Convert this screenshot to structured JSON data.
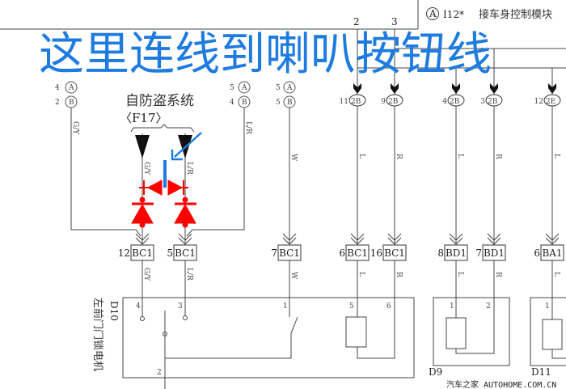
{
  "overlay_annotation": "这里连线到喇叭按钮线",
  "module": {
    "circle": "A",
    "code": "I12*",
    "name": "接车身控制模块",
    "pins": [
      "2",
      "3"
    ]
  },
  "anti_theft": {
    "title": "自防盗系统",
    "fuse": "〈F17〉"
  },
  "left_connectors": [
    {
      "pin_a": "4",
      "a": "A",
      "pin_b": "2",
      "b": "B",
      "wire": "G/Y"
    },
    {
      "pin_a": "5",
      "a": "A",
      "pin_b": "4",
      "b": "B",
      "wire": "L/R"
    },
    {
      "pin_a": "5",
      "a": "A",
      "pin_b": "5",
      "b": "B",
      "wire": "W"
    }
  ],
  "fuse_wires": [
    "G/Y",
    "L/R"
  ],
  "module_outputs": [
    {
      "pin": "11",
      "conn": "2B",
      "wire": "L"
    },
    {
      "pin": "9",
      "conn": "2B",
      "wire": "R"
    },
    {
      "pin": "4",
      "conn": "2B",
      "wire": "L"
    },
    {
      "pin": "3",
      "conn": "2B",
      "wire": "R"
    },
    {
      "pin": "12",
      "conn": "2E",
      "wire": "L"
    }
  ],
  "inline_connectors": [
    {
      "pin": "12",
      "name": "BC1",
      "wire": "G/Y"
    },
    {
      "pin": "5",
      "name": "BC1",
      "wire": "L/R"
    },
    {
      "pin": "7",
      "name": "BC1",
      "wire": "W"
    },
    {
      "pin": "6",
      "name": "BC1",
      "wire": "L"
    },
    {
      "pin": "16",
      "name": "BC1",
      "wire": "R"
    },
    {
      "pin": "8",
      "name": "BD1",
      "wire": "L"
    },
    {
      "pin": "7",
      "name": "BD1",
      "wire": "R"
    },
    {
      "pin": "6",
      "name": "BA1",
      "wire": "L"
    }
  ],
  "components": {
    "d10": {
      "id": "D10",
      "name": "左前门门锁电机",
      "pins": [
        "4",
        "3",
        "1",
        "5",
        "6",
        "2"
      ]
    },
    "d9": {
      "id": "D9",
      "pins": [
        "1",
        "2"
      ]
    },
    "d11": {
      "id": "D11",
      "pins": [
        "1"
      ]
    }
  },
  "watermark": "汽车之家 AUTOHOME.COM.CN",
  "colors": {
    "overlay": "#1e7be0",
    "markup": "#ff0000",
    "line": "#444444"
  }
}
